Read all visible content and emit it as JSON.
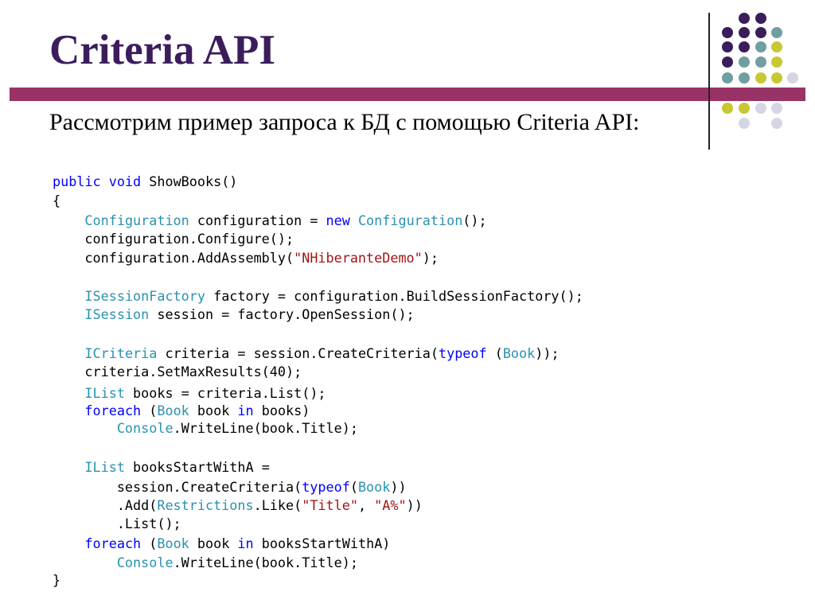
{
  "slide": {
    "title": "Criteria API",
    "subtitle": "Рассмотрим пример запроса к БД с помощью Criteria API:"
  },
  "colors": {
    "title": "#3b1d5c",
    "divider": "#993366",
    "keyword": "#0000ff",
    "type": "#2b91af",
    "string": "#a31515",
    "dot_purple": "#3b1d5c",
    "dot_teal": "#6f9fa0",
    "dot_olive": "#c8c832",
    "dot_lavender": "#d5d5e3"
  },
  "code": {
    "language": "C#",
    "lines": [
      [
        {
          "t": "public",
          "k": "kw"
        },
        {
          "t": " ",
          "k": ""
        },
        {
          "t": "void",
          "k": "kw"
        },
        {
          "t": " ShowBooks()",
          "k": ""
        }
      ],
      [
        {
          "t": "{",
          "k": ""
        }
      ],
      [
        {
          "t": "    ",
          "k": ""
        },
        {
          "t": "Configuration",
          "k": "ty"
        },
        {
          "t": " configuration = ",
          "k": ""
        },
        {
          "t": "new",
          "k": "kw"
        },
        {
          "t": " ",
          "k": ""
        },
        {
          "t": "Configuration",
          "k": "ty"
        },
        {
          "t": "();",
          "k": ""
        }
      ],
      [
        {
          "t": "    configuration.Configure();",
          "k": ""
        }
      ],
      [
        {
          "t": "    configuration.AddAssembly(",
          "k": ""
        },
        {
          "t": "\"NHiberanteDemo\"",
          "k": "st"
        },
        {
          "t": ");",
          "k": ""
        }
      ],
      [],
      [
        {
          "t": "    ",
          "k": ""
        },
        {
          "t": "ISessionFactory",
          "k": "ty"
        },
        {
          "t": " factory = configuration.BuildSessionFactory();",
          "k": ""
        }
      ],
      [
        {
          "t": "    ",
          "k": ""
        },
        {
          "t": "ISession",
          "k": "ty"
        },
        {
          "t": " session = factory.OpenSession();",
          "k": ""
        }
      ],
      [],
      [
        {
          "t": "    ",
          "k": ""
        },
        {
          "t": "ICriteria",
          "k": "ty"
        },
        {
          "t": " criteria = session.CreateCriteria(",
          "k": ""
        },
        {
          "t": "typeof",
          "k": "kw"
        },
        {
          "t": " (",
          "k": ""
        },
        {
          "t": "Book",
          "k": "ty"
        },
        {
          "t": "));",
          "k": ""
        }
      ],
      [
        {
          "t": "    criteria.SetMaxResults(40);",
          "k": ""
        }
      ],
      [
        {
          "t": "    ",
          "k": ""
        },
        {
          "t": "IList",
          "k": "ty"
        },
        {
          "t": " books = criteria.List();",
          "k": ""
        }
      ],
      [
        {
          "t": "    ",
          "k": ""
        },
        {
          "t": "foreach",
          "k": "kw"
        },
        {
          "t": " (",
          "k": ""
        },
        {
          "t": "Book",
          "k": "ty"
        },
        {
          "t": " book ",
          "k": ""
        },
        {
          "t": "in",
          "k": "kw"
        },
        {
          "t": " books)",
          "k": ""
        }
      ],
      [
        {
          "t": "        ",
          "k": ""
        },
        {
          "t": "Console",
          "k": "ty"
        },
        {
          "t": ".WriteLine(book.Title);",
          "k": ""
        }
      ],
      [],
      [
        {
          "t": "    ",
          "k": ""
        },
        {
          "t": "IList",
          "k": "ty"
        },
        {
          "t": " booksStartWithA =",
          "k": ""
        }
      ],
      [
        {
          "t": "        session.CreateCriteria(",
          "k": ""
        },
        {
          "t": "typeof",
          "k": "kw"
        },
        {
          "t": "(",
          "k": ""
        },
        {
          "t": "Book",
          "k": "ty"
        },
        {
          "t": "))",
          "k": ""
        }
      ],
      [
        {
          "t": "        .Add(",
          "k": ""
        },
        {
          "t": "Restrictions",
          "k": "ty"
        },
        {
          "t": ".Like(",
          "k": ""
        },
        {
          "t": "\"Title\"",
          "k": "st"
        },
        {
          "t": ", ",
          "k": ""
        },
        {
          "t": "\"A%\"",
          "k": "st"
        },
        {
          "t": "))",
          "k": ""
        }
      ],
      [
        {
          "t": "        .List();",
          "k": ""
        }
      ],
      [
        {
          "t": "    ",
          "k": ""
        },
        {
          "t": "foreach",
          "k": "kw"
        },
        {
          "t": " (",
          "k": ""
        },
        {
          "t": "Book",
          "k": "ty"
        },
        {
          "t": " book ",
          "k": ""
        },
        {
          "t": "in",
          "k": "kw"
        },
        {
          "t": " booksStartWithA)",
          "k": ""
        }
      ],
      [
        {
          "t": "        ",
          "k": ""
        },
        {
          "t": "Console",
          "k": "ty"
        },
        {
          "t": ".WriteLine(book.Title);",
          "k": ""
        }
      ],
      [
        {
          "t": "}",
          "k": ""
        }
      ]
    ]
  },
  "decoration": {
    "dot_grid": [
      [
        "",
        "dot_purple",
        "dot_purple",
        ""
      ],
      [
        "dot_purple",
        "dot_purple",
        "dot_purple",
        "dot_teal"
      ],
      [
        "dot_purple",
        "dot_purple",
        "dot_teal",
        "dot_olive"
      ],
      [
        "dot_purple",
        "dot_teal",
        "dot_teal",
        "dot_olive"
      ],
      [
        "dot_teal",
        "dot_teal",
        "dot_olive",
        "dot_olive",
        "dot_lavender"
      ],
      [],
      [
        "dot_olive",
        "dot_olive",
        "dot_lavender",
        "dot_lavender"
      ],
      [
        "",
        "dot_lavender",
        "",
        "dot_lavender"
      ]
    ]
  }
}
